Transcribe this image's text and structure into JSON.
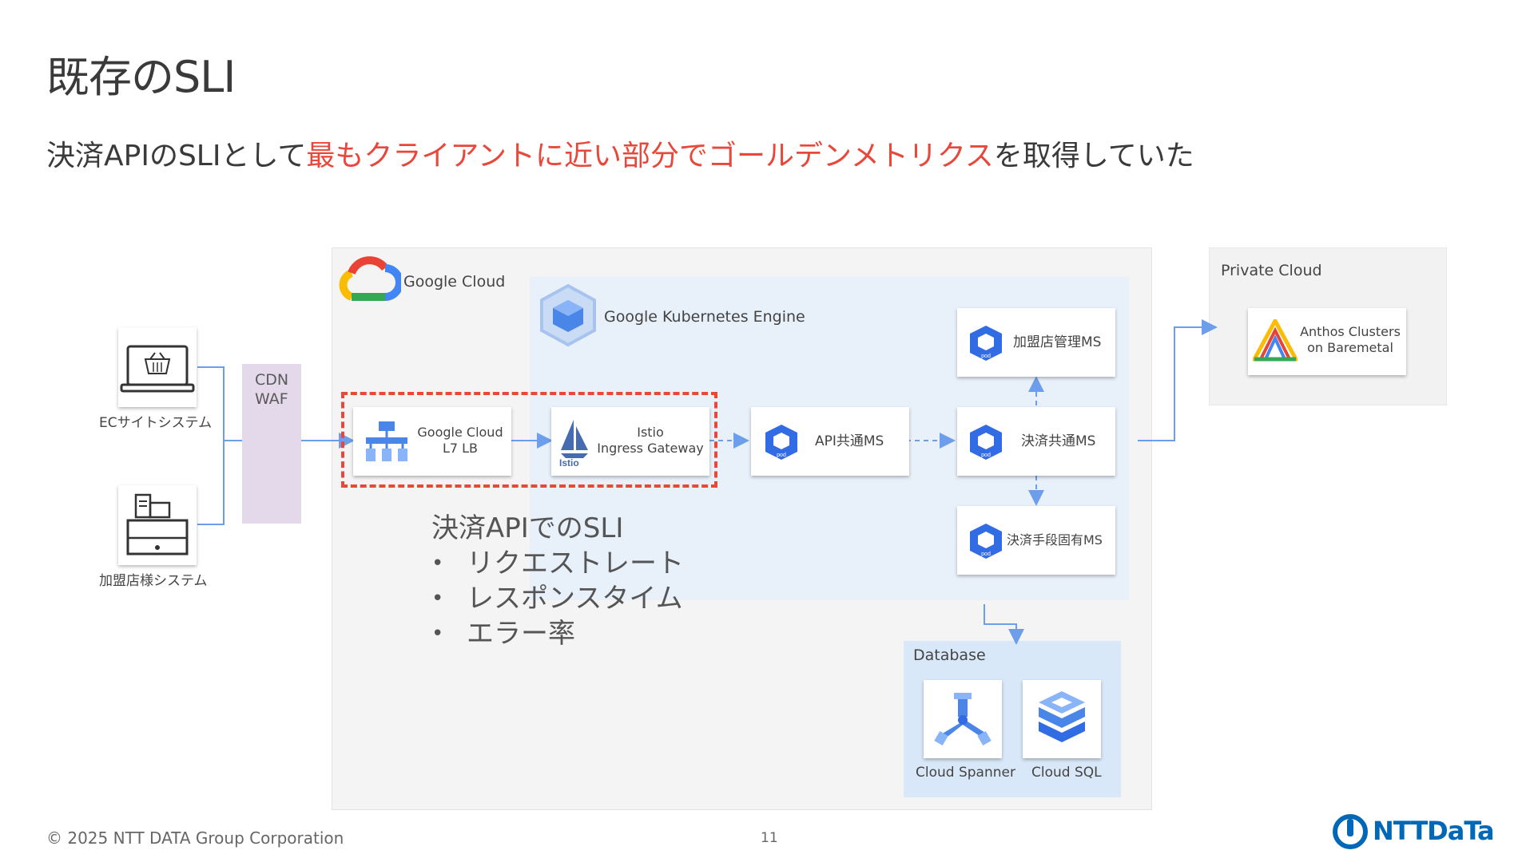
{
  "title": "既存のSLI",
  "subtitle": {
    "prefix": "決済APIのSLIとして",
    "highlight": "最もクライアントに近い部分でゴールデンメトリクス",
    "suffix": "を取得していた"
  },
  "colors": {
    "highlight": "#e8473a",
    "gcp_blue": "#4a86e8",
    "arrow": "#6d9eeb"
  },
  "clients": [
    {
      "label": "ECサイトシステム",
      "icon": "laptop-cart-icon"
    },
    {
      "label": "加盟店様システム",
      "icon": "cash-register-icon"
    }
  ],
  "cdn": {
    "line1": "CDN",
    "line2": "WAF"
  },
  "google_cloud": {
    "label": "Google Cloud",
    "icon": "google-cloud-logo"
  },
  "gke": {
    "label": "Google Kubernetes Engine",
    "icon": "gke-icon"
  },
  "lb": {
    "line1": "Google Cloud",
    "line2": "L7 LB",
    "icon": "load-balancer-icon"
  },
  "istio": {
    "line1": "Istio",
    "line2": "Ingress Gateway",
    "icon": "istio-icon",
    "logo_text": "Istio"
  },
  "services": {
    "api_common": "API共通MS",
    "merchant_mgmt": "加盟店管理MS",
    "settlement_common": "決済共通MS",
    "payment_method": "決済手段固有MS",
    "pod_text": "pod"
  },
  "sli": {
    "heading": "決済APIでのSLI",
    "items": [
      "リクエストレート",
      "レスポンスタイム",
      "エラー率"
    ]
  },
  "database": {
    "label": "Database",
    "spanner": "Cloud Spanner",
    "sql": "Cloud SQL"
  },
  "private_cloud": {
    "label": "Private Cloud",
    "line1": "Anthos Clusters",
    "line2": "on Baremetal"
  },
  "footer": {
    "copyright": "© 2025 NTT DATA Group Corporation",
    "page": "11",
    "logo": "NTTDaTa"
  }
}
